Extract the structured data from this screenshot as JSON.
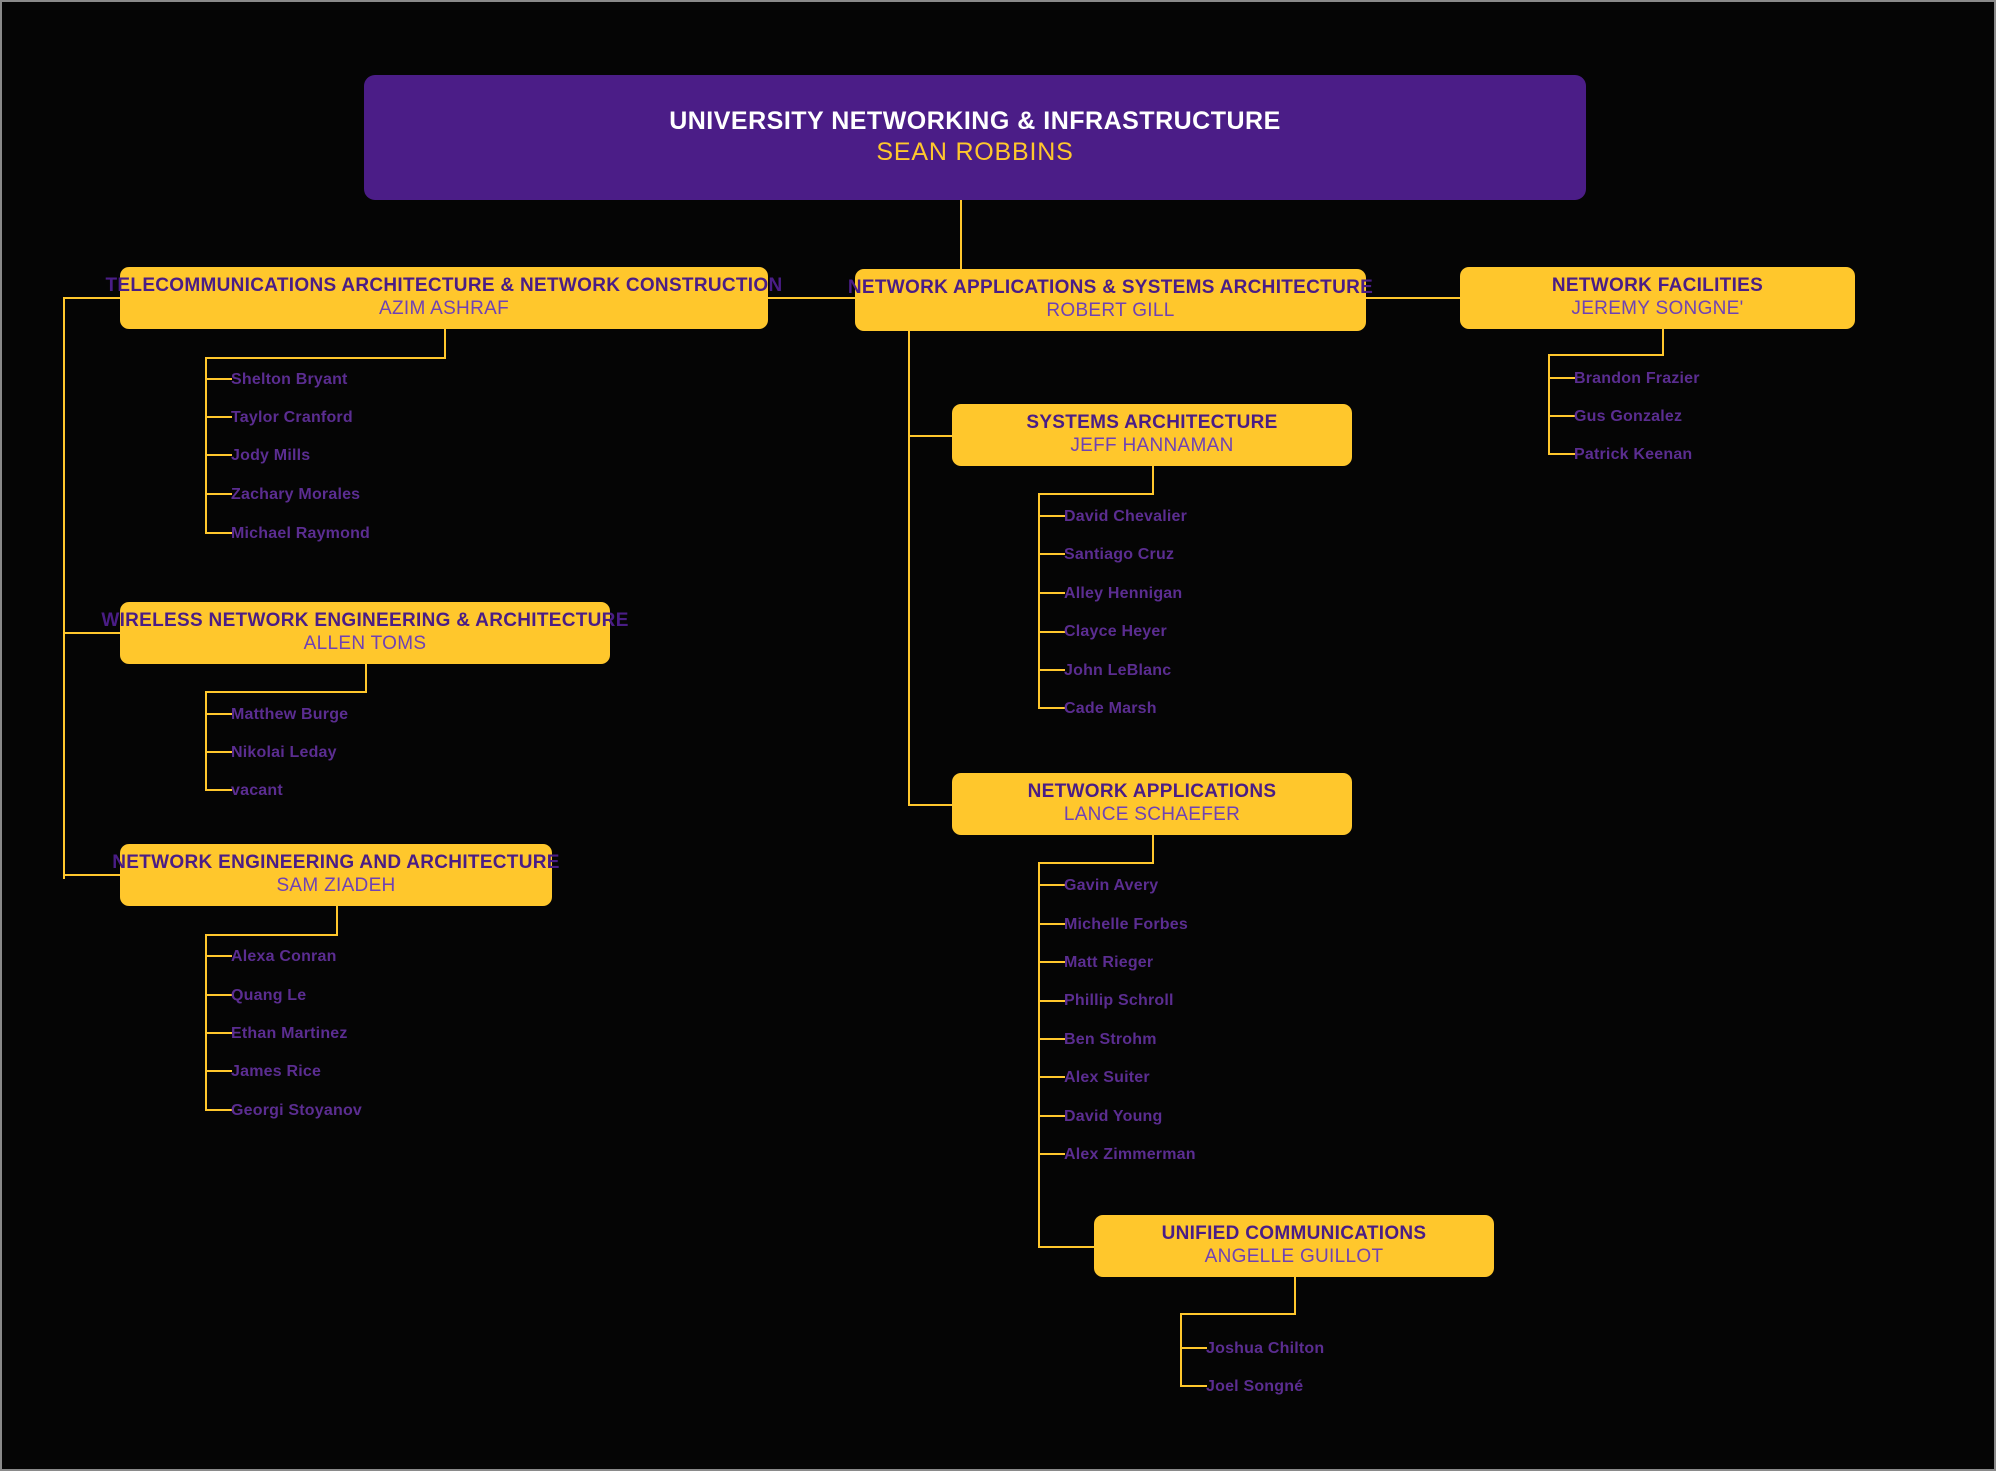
{
  "chart": {
    "type": "org-chart",
    "title": "University Networking & Infrastructure Organizational Chart",
    "colors": {
      "background": "#050505",
      "root_box": "#4b1d87",
      "department_box": "#ffc72c",
      "connector": "#ffc72c",
      "root_title_text": "#ffffff",
      "root_subtitle_text": "#ffc72c",
      "department_title_text": "#4a1d86",
      "department_subtitle_text": "#6f42b5",
      "staff_text": "#5b2d91",
      "canvas_border": "#8a8a8a"
    }
  },
  "root": {
    "title": "UNIVERSITY NETWORKING & INFRASTRUCTURE",
    "leader": "SEAN ROBBINS"
  },
  "departments": [
    {
      "id": "telecom",
      "title": "TELECOMMUNICATIONS ARCHITECTURE & NETWORK CONSTRUCTION",
      "leader": "AZIM ASHRAF",
      "staff": [
        "Shelton Bryant",
        "Taylor Cranford",
        "Jody Mills",
        "Zachary Morales",
        "Michael Raymond"
      ]
    },
    {
      "id": "wireless",
      "title": "WIRELESS NETWORK ENGINEERING & ARCHITECTURE",
      "leader": "ALLEN TOMS",
      "staff": [
        "Matthew Burge",
        "Nikolai Leday",
        "vacant"
      ]
    },
    {
      "id": "netengarch",
      "title": "NETWORK ENGINEERING AND ARCHITECTURE",
      "leader": "SAM ZIADEH",
      "staff": [
        "Alexa Conran",
        "Quang Le",
        "Ethan Martinez",
        "James Rice",
        "Georgi Stoyanov"
      ]
    },
    {
      "id": "napsa",
      "title": "NETWORK APPLICATIONS & SYSTEMS ARCHITECTURE",
      "leader": "ROBERT GILL",
      "staff": []
    },
    {
      "id": "sysarch",
      "title": "SYSTEMS ARCHITECTURE",
      "leader": "JEFF HANNAMAN",
      "staff": [
        "David Chevalier",
        "Santiago Cruz",
        "Alley Hennigan",
        "Clayce Heyer",
        "John LeBlanc",
        "Cade Marsh"
      ]
    },
    {
      "id": "netapps",
      "title": "NETWORK APPLICATIONS",
      "leader": "LANCE SCHAEFER",
      "staff": [
        "Gavin Avery",
        "Michelle Forbes",
        "Matt Rieger",
        "Phillip Schroll",
        "Ben Strohm",
        "Alex Suiter",
        "David Young",
        "Alex Zimmerman"
      ]
    },
    {
      "id": "unifiedcomms",
      "title": "UNIFIED COMMUNICATIONS",
      "leader": "ANGELLE GUILLOT",
      "staff": [
        "Joshua Chilton",
        "Joel Songné"
      ]
    },
    {
      "id": "netfac",
      "title": "NETWORK FACILITIES",
      "leader": "JEREMY SONGNE'",
      "staff": [
        "Brandon Frazier",
        "Gus Gonzalez",
        "Patrick Keenan"
      ]
    }
  ]
}
